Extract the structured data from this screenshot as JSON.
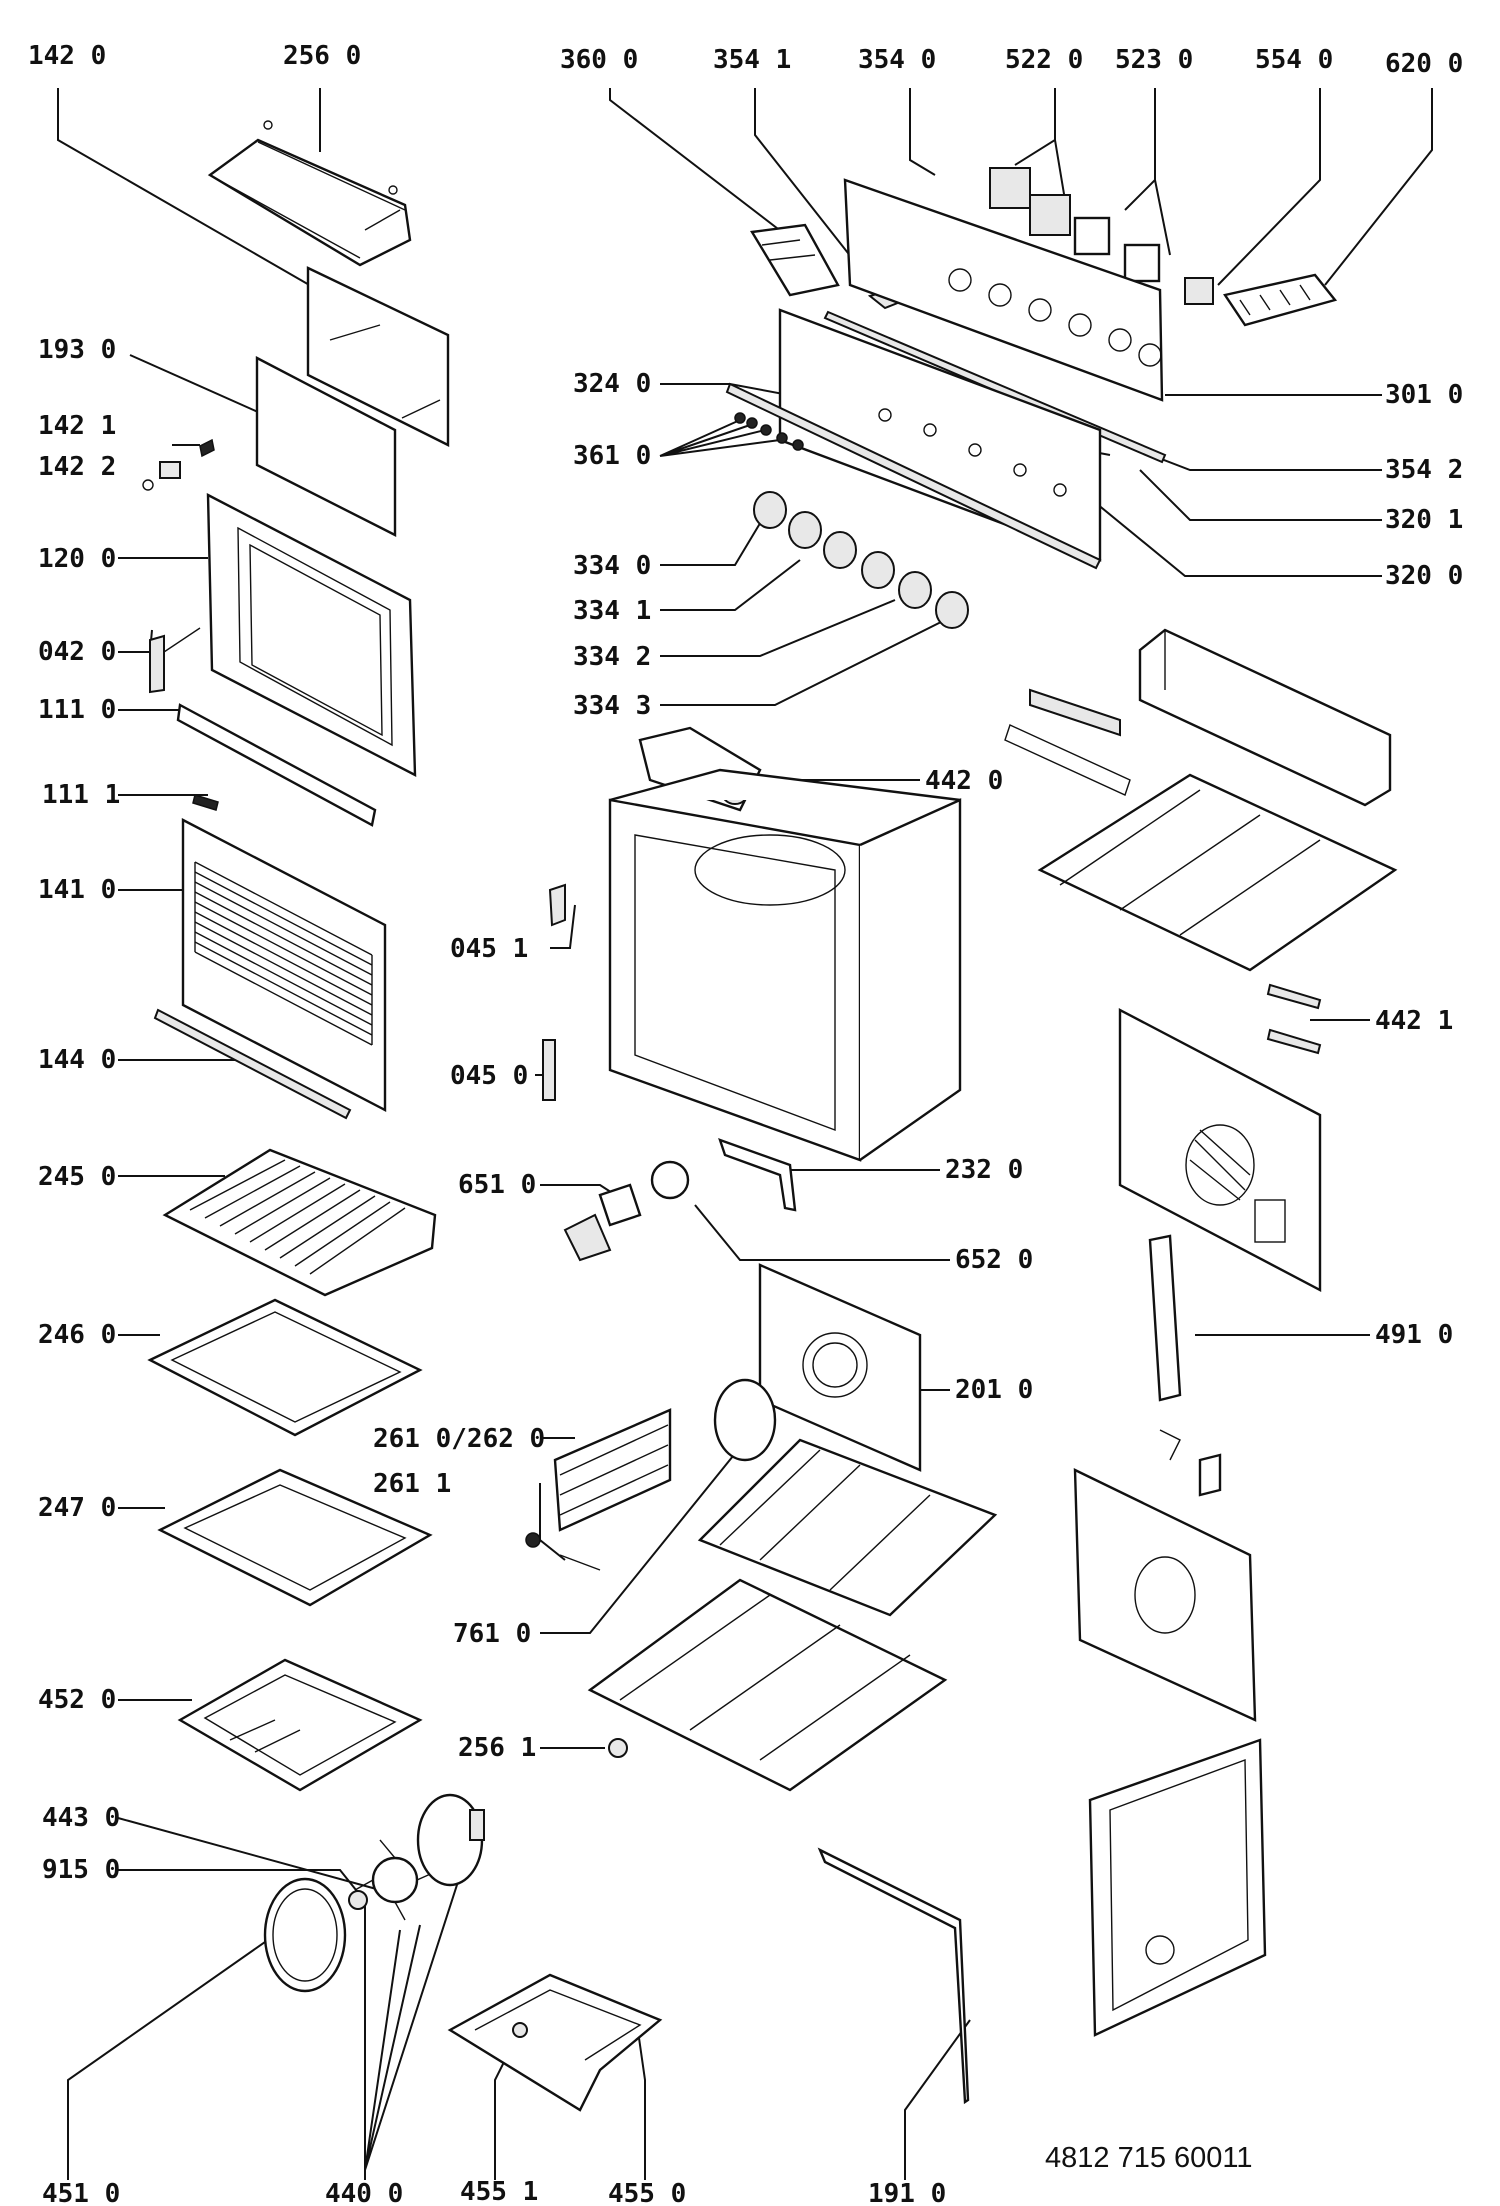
{
  "labels": {
    "l1420": "142 0",
    "l2560": "256 0",
    "l3600": "360 0",
    "l3541": "354 1",
    "l3540": "354 0",
    "l5220": "522 0",
    "l5230": "523 0",
    "l5540": "554 0",
    "l6200": "620 0",
    "l1930": "193 0",
    "l3240": "324 0",
    "l3010": "301 0",
    "l1421": "142 1",
    "l1422": "142 2",
    "l3610": "361 0",
    "l3542": "354 2",
    "l3201": "320 1",
    "l1200": "120 0",
    "l3340": "334 0",
    "l3200": "320 0",
    "l3341": "334 1",
    "l0420": "042 0",
    "l3342": "334 2",
    "l1110": "111 0",
    "l3343": "334 3",
    "l1111": "111 1",
    "l4420": "442 0",
    "l1410": "141 0",
    "l0451": "045 1",
    "l1440": "144 0",
    "l0450": "045 0",
    "l4421": "442 1",
    "l2450": "245 0",
    "l6510": "651 0",
    "l2320": "232 0",
    "l6520": "652 0",
    "l2460": "246 0",
    "l4910": "491 0",
    "l2010": "201 0",
    "l2610": "261 0/262 0",
    "l2611": "261 1",
    "l2470": "247 0",
    "l7610": "761 0",
    "l4520": "452 0",
    "l2561": "256 1",
    "l4430": "443 0",
    "l9150": "915 0",
    "l4510": "451 0",
    "l4400": "440 0",
    "l4551": "455 1",
    "l4550": "455 0",
    "l1910": "191 0"
  },
  "document_number": "4812 715 60011"
}
